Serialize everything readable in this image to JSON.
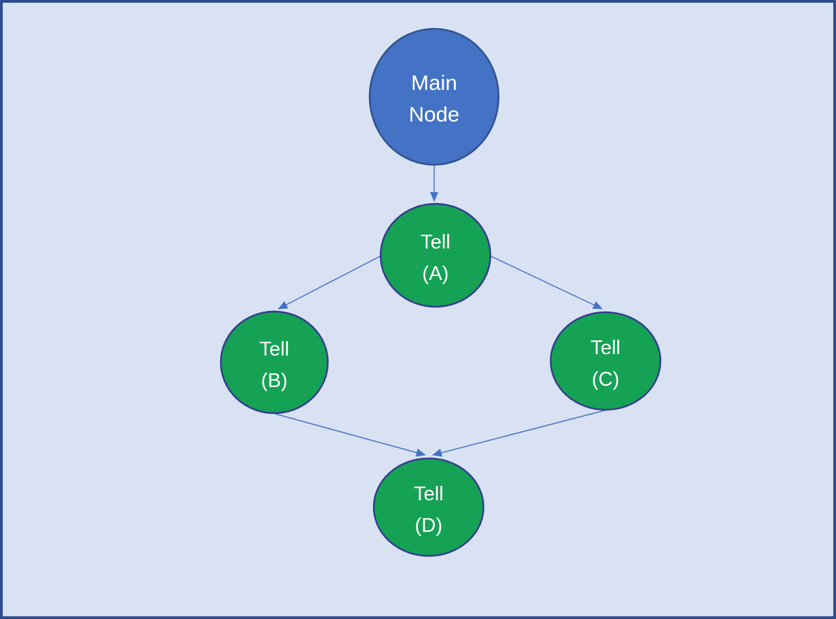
{
  "diagram": {
    "type": "flow-diagram",
    "background_color": "#D9E2F3",
    "frame_border_color": "#2E4C8F",
    "arrow_color": "#4472C4",
    "nodes": [
      {
        "id": "main",
        "label": "Main Node",
        "label_line1": "Main",
        "label_line2": "Node",
        "shape": "circle",
        "fill": "#4472C4",
        "stroke": "#2F528F",
        "text_color": "#FFFFFF"
      },
      {
        "id": "tell-a",
        "label": "Tell (A)",
        "label_line1": "Tell",
        "label_line2": "(A)",
        "shape": "circle",
        "fill": "#15A254",
        "stroke": "#333D91",
        "text_color": "#FFFFFF"
      },
      {
        "id": "tell-b",
        "label": "Tell (B)",
        "label_line1": "Tell",
        "label_line2": "(B)",
        "shape": "circle",
        "fill": "#15A254",
        "stroke": "#333D91",
        "text_color": "#FFFFFF"
      },
      {
        "id": "tell-c",
        "label": "Tell (C)",
        "label_line1": "Tell",
        "label_line2": "(C)",
        "shape": "circle",
        "fill": "#15A254",
        "stroke": "#333D91",
        "text_color": "#FFFFFF"
      },
      {
        "id": "tell-d",
        "label": "Tell (D)",
        "label_line1": "Tell",
        "label_line2": "(D)",
        "shape": "circle",
        "fill": "#15A254",
        "stroke": "#333D91",
        "text_color": "#FFFFFF"
      }
    ],
    "edges": [
      {
        "from": "Main Node",
        "to": "Tell (A)",
        "style": "arrow"
      },
      {
        "from": "Tell (A)",
        "to": "Tell (B)",
        "style": "arrow"
      },
      {
        "from": "Tell (A)",
        "to": "Tell (C)",
        "style": "arrow"
      },
      {
        "from": "Tell (B)",
        "to": "Tell (D)",
        "style": "arrow"
      },
      {
        "from": "Tell (C)",
        "to": "Tell (D)",
        "style": "arrow"
      }
    ]
  }
}
